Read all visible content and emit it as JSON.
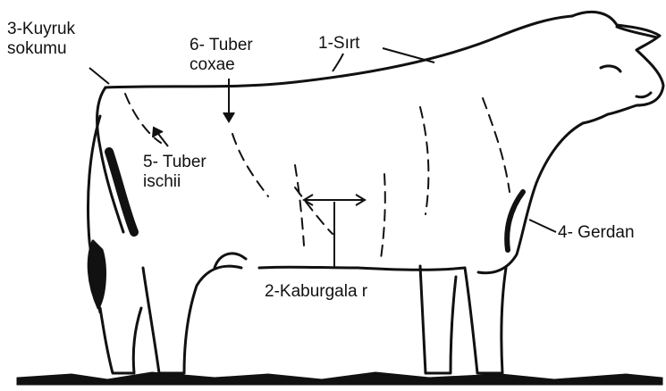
{
  "diagram": {
    "labels": {
      "tail_root": "3-Kuyruk\nsokumu",
      "tuber_coxae": "6- Tuber\ncoxae",
      "back": "1-Sırt",
      "tuber_ischii": "5- Tuber\nischii",
      "dewlap": "4- Gerdan",
      "ribs": "2-Kaburgala r"
    },
    "colors": {
      "outline": "#111111",
      "background": "#ffffff"
    }
  }
}
